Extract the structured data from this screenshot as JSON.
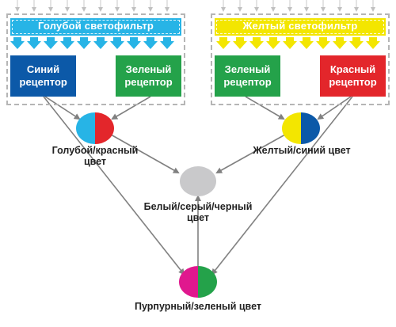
{
  "left_panel": {
    "filter_label": "Голубой светофильтр",
    "receptor_left": "Синий рецептор",
    "receptor_right": "Зеленый рецептор"
  },
  "right_panel": {
    "filter_label": "Желтый светофильтр",
    "receptor_left": "Зеленый рецептор",
    "receptor_right": "Красный рецептор"
  },
  "nodes": {
    "cyan_red": "Голубой/красный цвет",
    "yellow_blue": "Желтый/синий цвет",
    "white_gray_black": "Белый/серый/черный цвет",
    "magenta_green": "Пурпурный/зеленый цвет"
  },
  "colors": {
    "cyan_filter": "#27b4e6",
    "yellow_filter": "#f3e600",
    "blue_receptor": "#0c59a8",
    "green_receptor": "#24a24a",
    "red_receptor": "#e3262b",
    "gray_node": "#c9c9cb",
    "magenta": "#e0188e",
    "arrow_gray": "#808080"
  }
}
